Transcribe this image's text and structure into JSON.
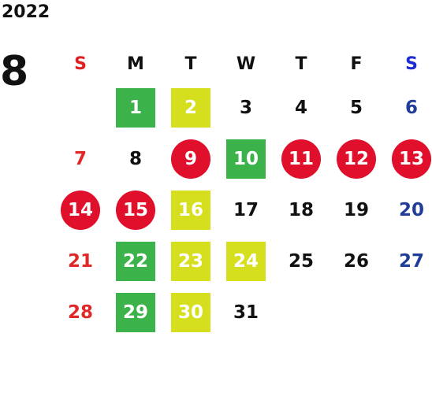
{
  "calendar": {
    "year": "2022",
    "month": "8",
    "weekdays": [
      {
        "label": "S",
        "color": "#e02020"
      },
      {
        "label": "M",
        "color": "#111111"
      },
      {
        "label": "T",
        "color": "#111111"
      },
      {
        "label": "W",
        "color": "#111111"
      },
      {
        "label": "T",
        "color": "#111111"
      },
      {
        "label": "F",
        "color": "#111111"
      },
      {
        "label": "S",
        "color": "#1c2bd4"
      }
    ],
    "day_colors": {
      "sunday": "#e02828",
      "weekday": "#111111",
      "saturday": "#1f3d99"
    },
    "mark_colors": {
      "holiday_circle": "#e0102c",
      "green_box": "#3cb34a",
      "yellow_box": "#d6df1e"
    },
    "days": [
      {
        "day": "1",
        "weekday": 1,
        "week": 1,
        "mark": "green_box"
      },
      {
        "day": "2",
        "weekday": 2,
        "week": 1,
        "mark": "yellow_box"
      },
      {
        "day": "3",
        "weekday": 3,
        "week": 1,
        "mark": ""
      },
      {
        "day": "4",
        "weekday": 4,
        "week": 1,
        "mark": ""
      },
      {
        "day": "5",
        "weekday": 5,
        "week": 1,
        "mark": ""
      },
      {
        "day": "6",
        "weekday": 6,
        "week": 1,
        "mark": ""
      },
      {
        "day": "7",
        "weekday": 0,
        "week": 2,
        "mark": ""
      },
      {
        "day": "8",
        "weekday": 1,
        "week": 2,
        "mark": ""
      },
      {
        "day": "9",
        "weekday": 2,
        "week": 2,
        "mark": "holiday_circle"
      },
      {
        "day": "10",
        "weekday": 3,
        "week": 2,
        "mark": "green_box"
      },
      {
        "day": "11",
        "weekday": 4,
        "week": 2,
        "mark": "holiday_circle"
      },
      {
        "day": "12",
        "weekday": 5,
        "week": 2,
        "mark": "holiday_circle"
      },
      {
        "day": "13",
        "weekday": 6,
        "week": 2,
        "mark": "holiday_circle"
      },
      {
        "day": "14",
        "weekday": 0,
        "week": 3,
        "mark": "holiday_circle"
      },
      {
        "day": "15",
        "weekday": 1,
        "week": 3,
        "mark": "holiday_circle"
      },
      {
        "day": "16",
        "weekday": 2,
        "week": 3,
        "mark": "yellow_box"
      },
      {
        "day": "17",
        "weekday": 3,
        "week": 3,
        "mark": ""
      },
      {
        "day": "18",
        "weekday": 4,
        "week": 3,
        "mark": ""
      },
      {
        "day": "19",
        "weekday": 5,
        "week": 3,
        "mark": ""
      },
      {
        "day": "20",
        "weekday": 6,
        "week": 3,
        "mark": ""
      },
      {
        "day": "21",
        "weekday": 0,
        "week": 4,
        "mark": ""
      },
      {
        "day": "22",
        "weekday": 1,
        "week": 4,
        "mark": "green_box"
      },
      {
        "day": "23",
        "weekday": 2,
        "week": 4,
        "mark": "yellow_box"
      },
      {
        "day": "24",
        "weekday": 3,
        "week": 4,
        "mark": "yellow_box"
      },
      {
        "day": "25",
        "weekday": 4,
        "week": 4,
        "mark": ""
      },
      {
        "day": "26",
        "weekday": 5,
        "week": 4,
        "mark": ""
      },
      {
        "day": "27",
        "weekday": 6,
        "week": 4,
        "mark": ""
      },
      {
        "day": "28",
        "weekday": 0,
        "week": 5,
        "mark": ""
      },
      {
        "day": "29",
        "weekday": 1,
        "week": 5,
        "mark": "green_box"
      },
      {
        "day": "30",
        "weekday": 2,
        "week": 5,
        "mark": "yellow_box"
      },
      {
        "day": "31",
        "weekday": 3,
        "week": 5,
        "mark": ""
      }
    ]
  }
}
